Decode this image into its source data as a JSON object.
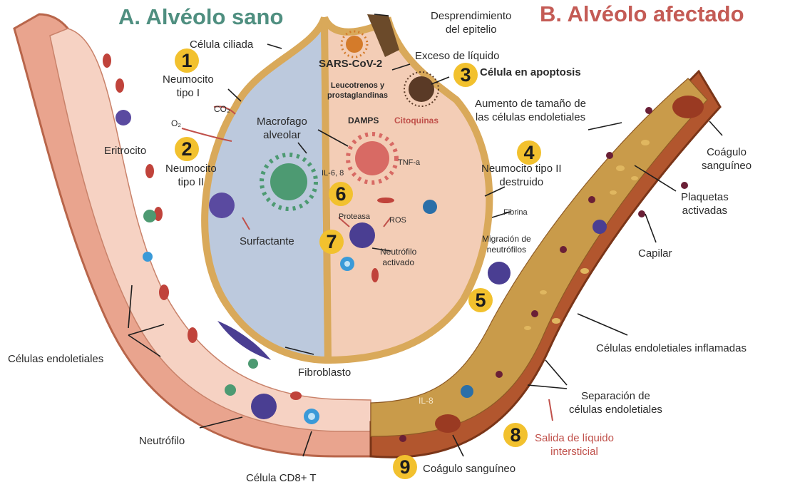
{
  "titles": {
    "healthy": "A. Alvéolo sano",
    "affected": "B. Alvéolo afectado"
  },
  "numbers": [
    "1",
    "2",
    "3",
    "4",
    "5",
    "6",
    "7",
    "8",
    "9"
  ],
  "labels": {
    "ciliated_cell": "Célula ciliada",
    "type1_pneumocyte": "Neumocito\ntipo I",
    "co2": "CO₂",
    "o2": "O₂",
    "type2_pneumocyte": "Neumocito\ntipo II",
    "erythrocyte": "Eritrocito",
    "alveolar_macrophage": "Macrofago\nalveolar",
    "surfactant": "Surfactante",
    "endothelial_cells_left": "Células endoletiales",
    "fibroblast": "Fibroblasto",
    "neutrophil": "Neutrófilo",
    "cd8_cell": "Célula CD8+ T",
    "epithelium_detachment": "Desprendimiento\ndel epitelio",
    "sars_cov_2": "SARS-CoV-2",
    "excess_fluid": "Exceso de líquido",
    "apoptotic_cell": "Célula en apoptosis",
    "leukotrienes": "Leucotrenos y\nprostaglandinas",
    "damps": "DAMPS",
    "cytokines": "Citoquinas",
    "endothelial_enlargement": "Aumento de tamaño de\nlas células endoletiales",
    "il6_8": "IL-6, 8",
    "tnf_a": "TNF-a",
    "type2_destroyed": "Neumocito tipo II\ndestruido",
    "fibrin": "Fibrina",
    "protease": "Proteasa",
    "ros": "ROS",
    "activated_neutrophil": "Neutrófilo\nactivado",
    "neutrophil_migration": "Migración de\nneutrófilos",
    "blood_clot_right": "Coágulo\nsanguíneo",
    "activated_platelets": "Plaquetas\nactivadas",
    "capillary": "Capilar",
    "inflamed_endothelial": "Células endoletiales inflamadas",
    "endothelial_separation": "Separación de\ncélulas endoletiales",
    "il8": "IL-8",
    "fluid_exit": "Salida  de líquido\nintersticial",
    "blood_clot_bottom": "Coágulo sanguíneo"
  },
  "colors": {
    "healthy_title": "#4f8f80",
    "affected_title": "#c45b55",
    "number_badge": "#f2c12e",
    "vessel_healthy": "#e9a48e",
    "vessel_affected": "#b2562e",
    "alveolus_healthy": "#bcc9dd",
    "alveolus_affected": "#f3cdb6",
    "annotation_red": "#c0504a"
  }
}
